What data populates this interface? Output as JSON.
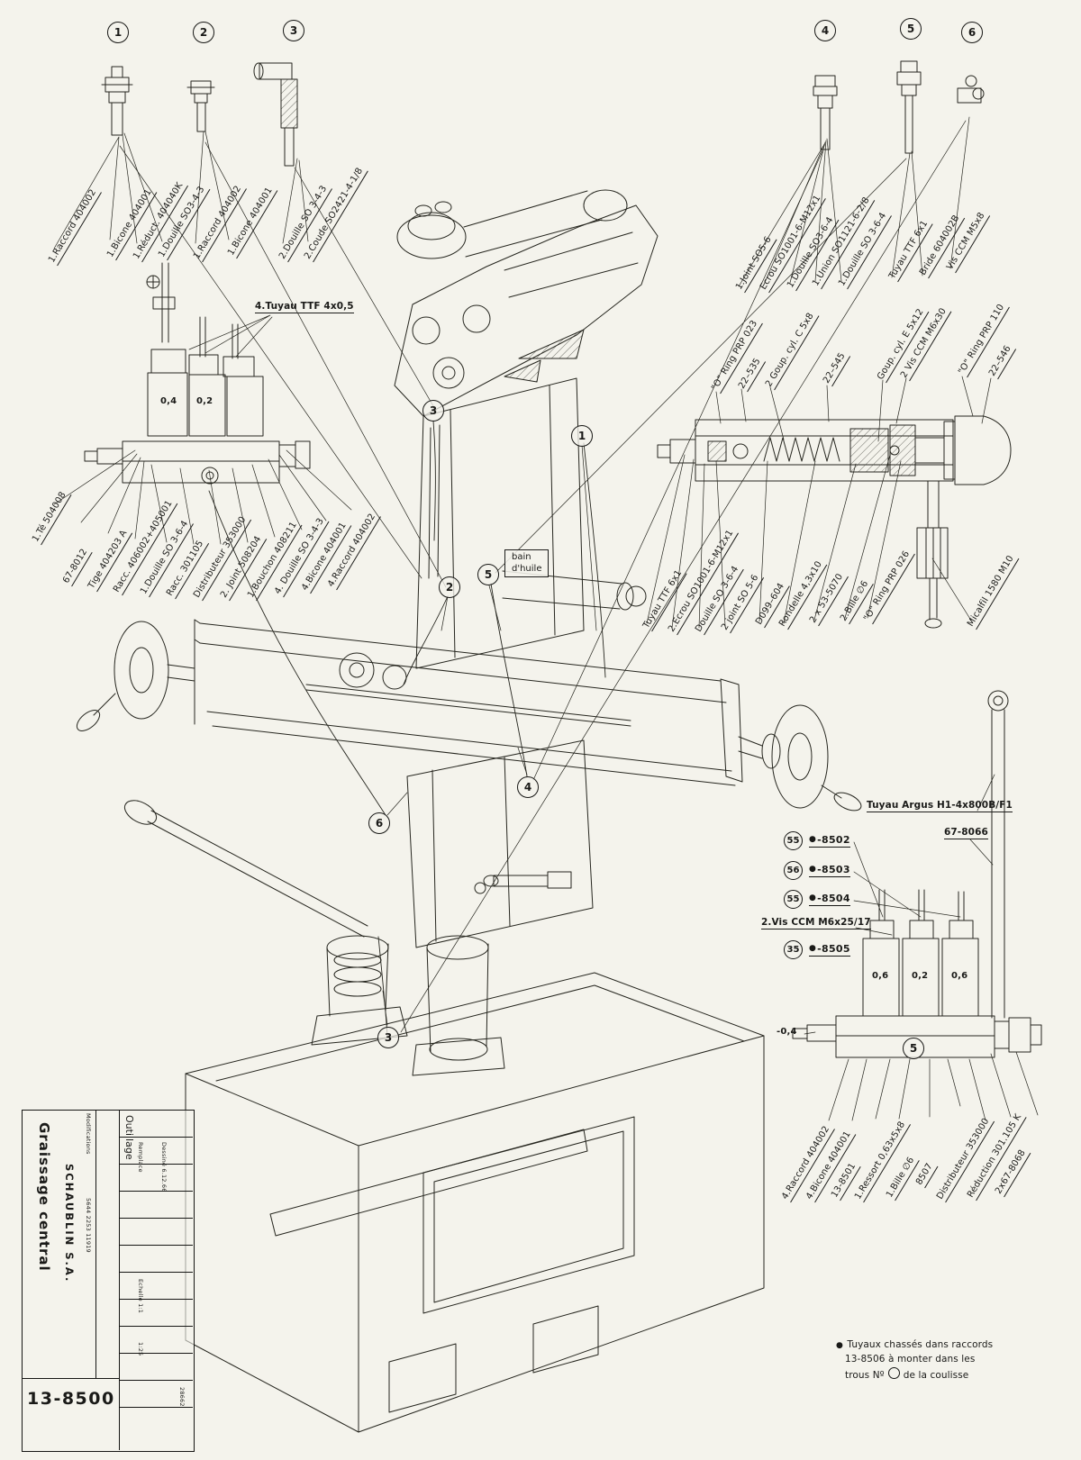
{
  "top_left": {
    "circles": [
      "1",
      "2",
      "3"
    ],
    "labels": [
      "1.Raccord 404002",
      "1.Bicone 404001",
      "1.Réduct. 404040K",
      "1.Douille SO3-4-3",
      "1.Raccord 404002",
      "1.Bicone 404001",
      "2.Douille SO 3-4-3",
      "2.Coude SO2421-4-1/8"
    ]
  },
  "top_right": {
    "circles": [
      "4",
      "5",
      "6"
    ],
    "labels": [
      "1.Joint SO5-6",
      "Ecrou SO1001-6-M12x1",
      "1.Douille SO3-6-4",
      "1.Union SO1121-6-2/8",
      "1.Douille SO 3-6-4",
      "Tuyau TTF 6x1",
      "Bride 604002B",
      "Vis CCM M5x8"
    ]
  },
  "left_detail": {
    "tube_label": "4.Tuyau TTF 4x0,5",
    "values": [
      "0,4",
      "0,2"
    ],
    "labels": [
      "1.Té 504008",
      "67-8012",
      "Tige 404203 A",
      "Racc. 406002+405001",
      "1.Douille SO 3-6-4",
      "Racc. 301105",
      "Distributeur 353000",
      "2. Joint 508204",
      "1.Bouchon 408211",
      "4. Douille SO 3-4-3",
      "4.Bicone 404001",
      "4.Raccord 404002"
    ]
  },
  "section_detail": {
    "labels_top": [
      "\"O\" Ring PRP 023",
      "22–535",
      "2 Goup. cyl. C 5x8",
      "22–545",
      "Goup. cyl. E 5x12",
      "2 Vis CCM M6x30",
      "\"O\" Ring PRP 110",
      "22–546"
    ],
    "labels_bottom": [
      "Tuyau TTF 6x1",
      "2.Ecrou SO1001-6-M12x1",
      "Douille SO 3-6-4",
      "2 joint SO 5-6",
      "D099–604",
      "Rondelle 4,3x10",
      "2 x 53-5070",
      "2.Bille ∅6",
      "\"O\" Ring PRP 026",
      "Micalfil 1580 M10"
    ]
  },
  "right_detail": {
    "tube_label": "Tuyau Argus H1-4x800B/F1",
    "ref": "67-8066",
    "bullet": "●",
    "rows": [
      {
        "circle": "55",
        "code": "-8502"
      },
      {
        "circle": "56",
        "code": "-8503"
      },
      {
        "circle": "55",
        "code": "-8504"
      },
      {
        "circle": "35",
        "code": "-8505"
      }
    ],
    "vis_label": "2.Vis CCM M6x25/17",
    "dose": "-0,4",
    "values": [
      "0,6",
      "0,2",
      "0,6"
    ],
    "labels": [
      "4.Raccord 404002",
      "4.Bicone 404001",
      "13-8501",
      "1.Ressort 0,63x5x8",
      "1.Bille ∅6",
      "8507",
      "Distributeur 353000",
      "Réduction 301.105 K",
      "2x67-8068"
    ]
  },
  "center": {
    "marks": [
      "3",
      "1",
      "2",
      "5",
      "4",
      "6",
      "3",
      "5"
    ],
    "bain_line1": "bain",
    "bain_line2": "d'huile"
  },
  "note": {
    "bullet": "●",
    "line1": "Tuyaux chassés dans raccords",
    "line2": "13-8506 à monter dans les",
    "line3a": "trous Nº",
    "line3b": "de la coulisse"
  },
  "title_block": {
    "outillage": "Outillage",
    "title": "Graissage central",
    "company": "SCHAUBLIN S.A.",
    "number": "13-8500",
    "mods_label": "Modifications",
    "mods": "5644 2253 11919",
    "small": [
      "Remplace",
      "Echelle 1:1",
      "1:25",
      "Dessiné 6.12.66",
      "28662"
    ]
  }
}
